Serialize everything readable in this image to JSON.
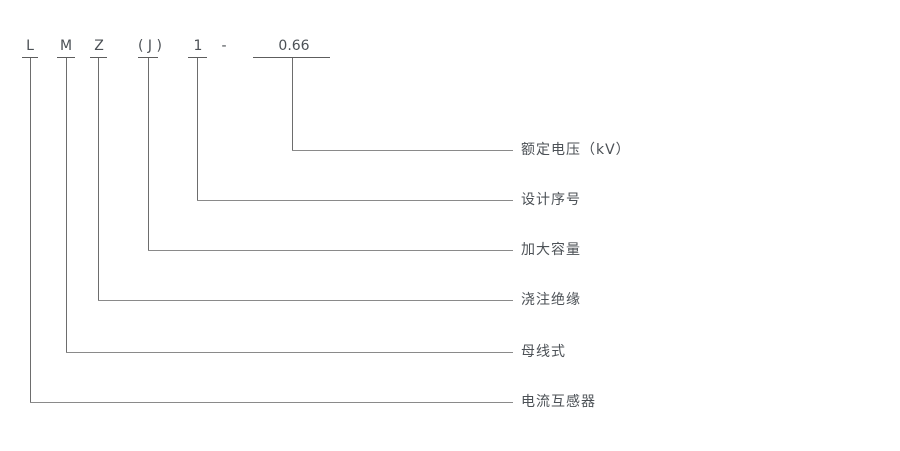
{
  "diagram": {
    "description": "product model designation explanation",
    "code": {
      "segments": [
        {
          "text": "L"
        },
        {
          "text": "M"
        },
        {
          "text": "Z"
        },
        {
          "text": "( J )"
        },
        {
          "text": "1"
        },
        {
          "text": "-"
        },
        {
          "text": "0.66"
        }
      ]
    },
    "callouts": [
      {
        "code": "0.66",
        "label": "额定电压（kV）"
      },
      {
        "code": "1",
        "label": "设计序号"
      },
      {
        "code": "( J )",
        "label": "加大容量"
      },
      {
        "code": "Z",
        "label": "浇注绝缘"
      },
      {
        "code": "M",
        "label": "母线式"
      },
      {
        "code": "L",
        "label": "电流互感器"
      }
    ],
    "colors": {
      "background": "#ffffff",
      "line": "#6d6d6d",
      "text": "#4c5156"
    }
  }
}
